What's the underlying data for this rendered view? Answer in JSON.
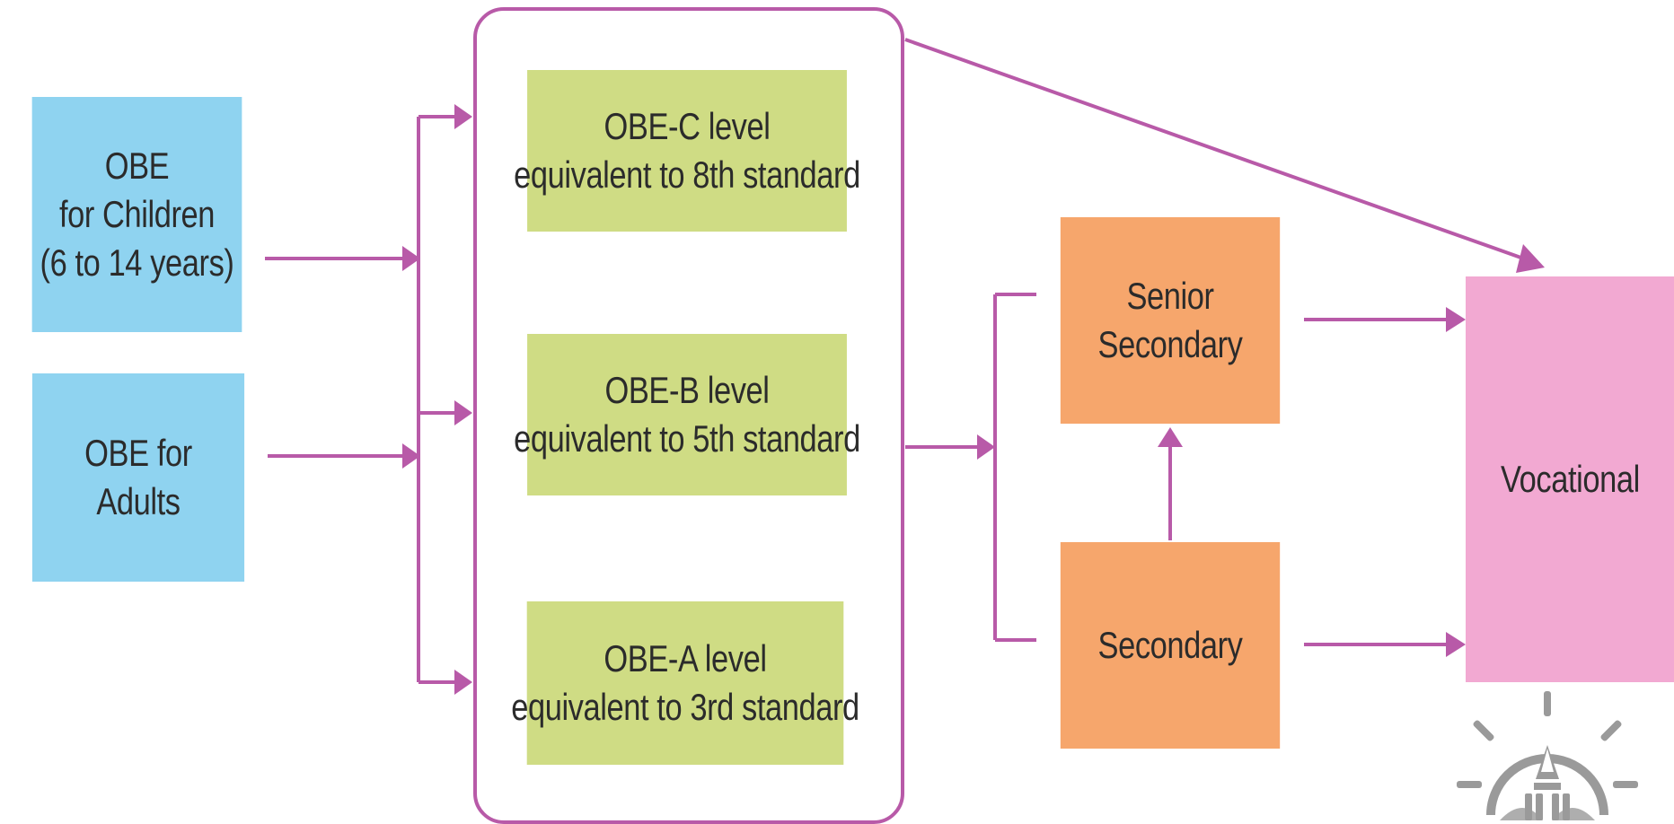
{
  "nodes": {
    "obe_children": [
      "OBE",
      "for Children",
      "(6 to 14 years)"
    ],
    "obe_adults": [
      "OBE for",
      "Adults"
    ],
    "obe_c": [
      "OBE-C level",
      "equivalent to 8th standard"
    ],
    "obe_b": [
      "OBE-B level",
      "equivalent to 5th standard"
    ],
    "obe_a": [
      "OBE-A level",
      "equivalent to 3rd standard"
    ],
    "senior_secondary": [
      "Senior",
      "Secondary"
    ],
    "secondary": [
      "Secondary"
    ],
    "vocational": [
      "Vocational"
    ]
  },
  "colors": {
    "arrow": "#b85aa8",
    "blue": "#8fd3f0",
    "green": "#cfdc84",
    "orange": "#f6a66c",
    "pink": "#f2a9d2",
    "logo": "#9a9a9a"
  },
  "icons": {
    "watermark": "lamp-book-sun-logo-icon"
  }
}
